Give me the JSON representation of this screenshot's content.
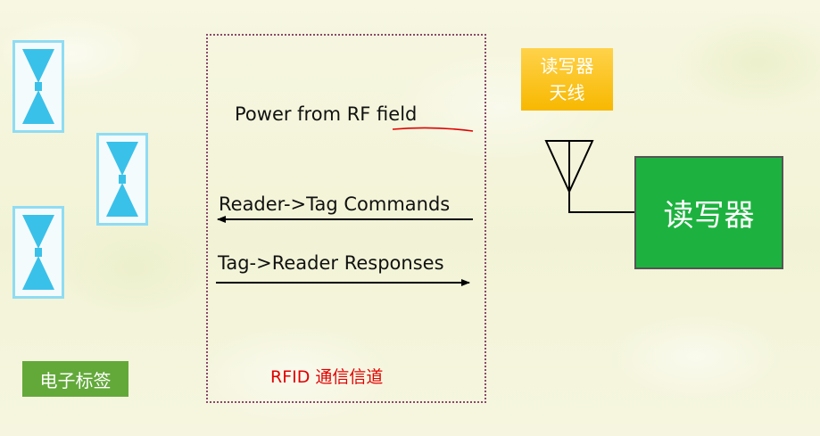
{
  "diagram": {
    "arrows": {
      "power_label": "Power from RF field",
      "command_label": "Reader->Tag Commands",
      "response_label": "Tag->Reader Responses"
    },
    "channel_label": "RFID 通信信道",
    "antenna_label_line1": "读写器",
    "antenna_label_line2": "天线",
    "reader_label": "读写器",
    "tags_label": "电子标签"
  },
  "colors": {
    "tag_border": "#8fdcf3",
    "tag_fill": "#39c1ea",
    "reader_fill": "#1db23f",
    "antenna_box_fill": "#f7b800",
    "tags_box_fill": "#63a93a",
    "channel_label_color": "#e00000",
    "underline_color": "#e00000"
  },
  "icons": {
    "tag": "rfid-tag-icon",
    "antenna": "antenna-icon"
  }
}
